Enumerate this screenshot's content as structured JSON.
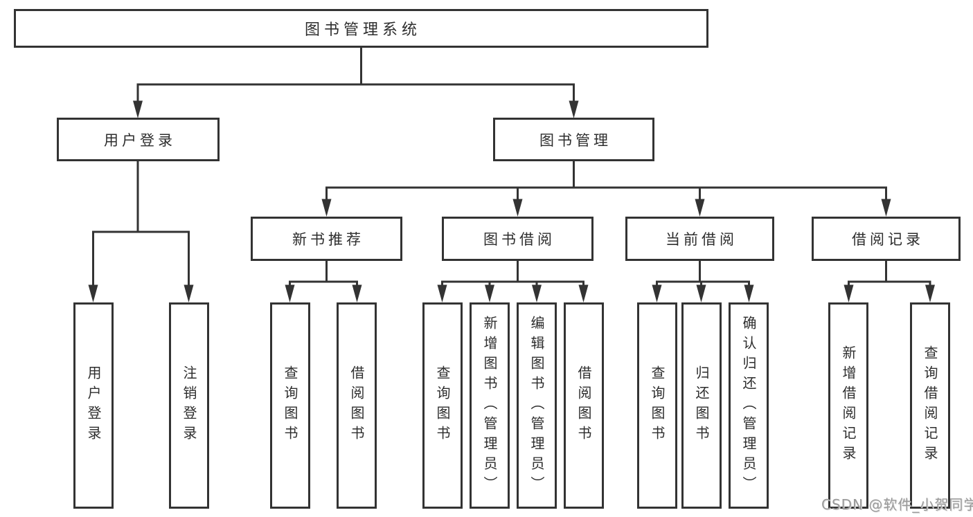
{
  "tree": {
    "root": "图书管理系统",
    "user_login": {
      "label": "用户登录",
      "children": [
        "用户登录",
        "注销登录"
      ]
    },
    "book_mgmt": {
      "label": "图书管理",
      "groups": [
        {
          "label": "新书推荐",
          "children": [
            "查询图书",
            "借阅图书"
          ]
        },
        {
          "label": "图书借阅",
          "children": [
            "查询图书",
            "新增图书（管理员）",
            "编辑图书（管理员）",
            "借阅图书"
          ]
        },
        {
          "label": "当前借阅",
          "children": [
            "查询图书",
            "归还图书",
            "确认归还（管理员）"
          ]
        },
        {
          "label": "借阅记录",
          "children": [
            "新增借阅记录",
            "查询借阅记录"
          ]
        }
      ]
    }
  },
  "watermark": "CSDN @软件_小贺同学",
  "colors": {
    "line": "#333333",
    "text": "#2d2d2d",
    "box_background": "#ffffff",
    "watermark": "#9a9a9a"
  }
}
